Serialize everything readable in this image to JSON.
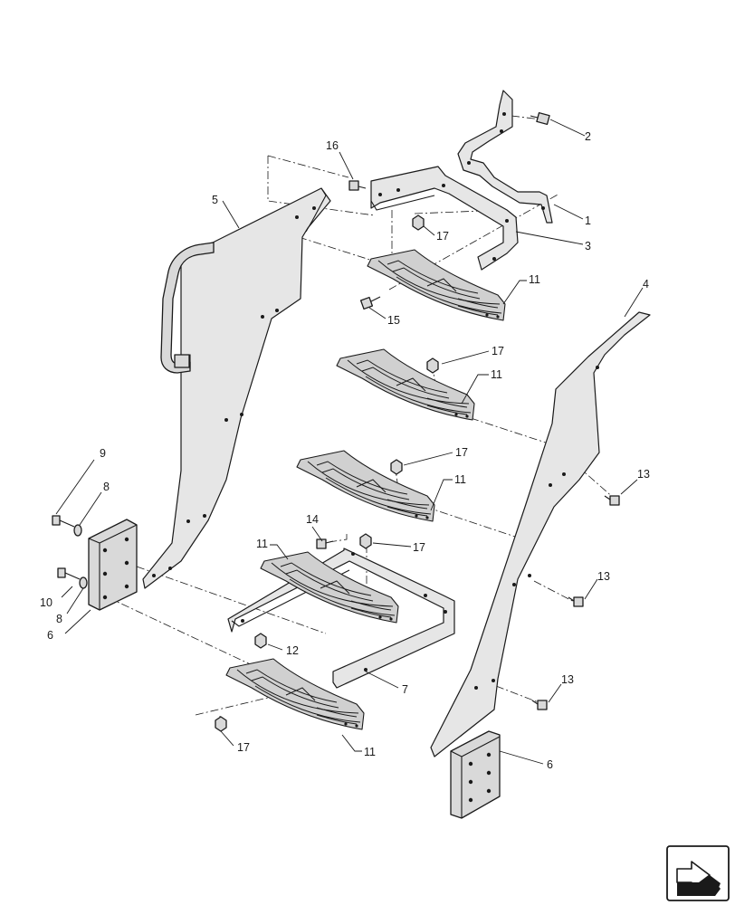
{
  "callouts": {
    "c1": "1",
    "c2": "2",
    "c3": "3",
    "c4": "4",
    "c5": "5",
    "c6a": "6",
    "c6b": "6",
    "c7": "7",
    "c8a": "8",
    "c8b": "8",
    "c9": "9",
    "c10": "10",
    "c11a": "11",
    "c11b": "11",
    "c11c": "11",
    "c11d": "11",
    "c11e": "11",
    "c12": "12",
    "c13a": "13",
    "c13b": "13",
    "c13c": "13",
    "c14": "14",
    "c15": "15",
    "c16": "16",
    "c17a": "17",
    "c17b": "17",
    "c17c": "17",
    "c17d": "17",
    "c17e": "17"
  },
  "icons": {
    "nav": "arrow-navigation-icon"
  }
}
